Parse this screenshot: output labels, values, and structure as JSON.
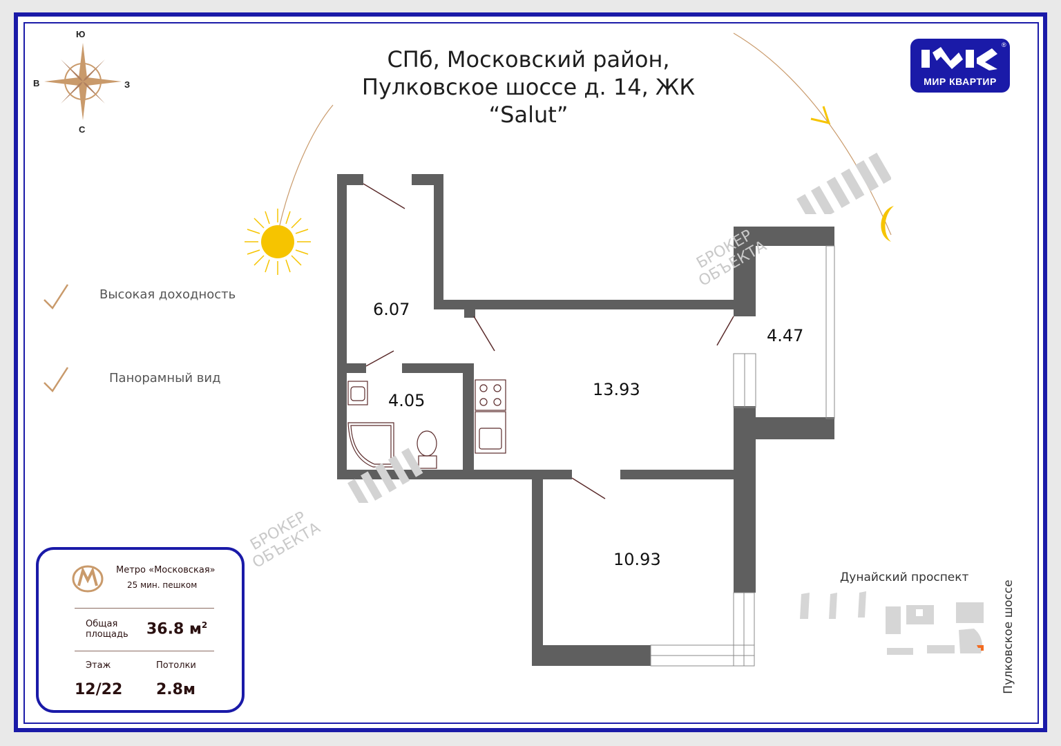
{
  "header": {
    "address_line1": "СПб, Московский район,",
    "address_line2": "Пулковское шоссе д. 14, ЖК “Salut”"
  },
  "logo": {
    "text": "МИР КВАРТИР",
    "mark_text": "IMK"
  },
  "compass": {
    "south": "Ю",
    "east": "В",
    "west": "З",
    "north": "С"
  },
  "features": [
    {
      "label": "Высокая доходность"
    },
    {
      "label": "Панорамный вид"
    }
  ],
  "rooms": [
    {
      "area": "6.07"
    },
    {
      "area": "4.05"
    },
    {
      "area": "13.93"
    },
    {
      "area": "4.47"
    },
    {
      "area": "10.93"
    }
  ],
  "watermark": {
    "line1": "БРОКЕР",
    "line2": "ОБЪЕКТА"
  },
  "info": {
    "metro_name": "Метро «Московская»",
    "metro_time": "25 мин. пешком",
    "total_area_label_1": "Общая",
    "total_area_label_2": "площадь",
    "total_area_value": "36.8 м",
    "total_area_sup": "2",
    "floor_label": "Этаж",
    "floor_value": "12/22",
    "ceiling_label": "Потолки",
    "ceiling_value": "2.8м"
  },
  "map": {
    "street_horizontal": "Дунайский проспект",
    "street_vertical": "Пулковское шоссе"
  },
  "colors": {
    "frame": "#1a1aa8",
    "wall": "#5f5f5f",
    "accent_gold": "#c99a6b",
    "sun": "#f6c400",
    "moon": "#f6c400"
  }
}
